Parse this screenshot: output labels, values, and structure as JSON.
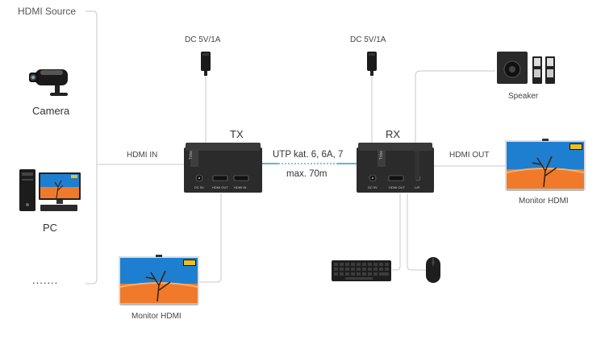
{
  "source_group": {
    "title": "HDMI Source",
    "items": [
      {
        "label": "Camera",
        "icon": "camera-icon"
      },
      {
        "label": "PC",
        "icon": "pc-icon"
      },
      {
        "label": ".......",
        "icon": ""
      }
    ]
  },
  "tx": {
    "label": "TX",
    "power": "DC 5V/1A",
    "input_label": "HDMI IN",
    "ports": [
      "DC 5V",
      "HDMI OUT",
      "HDMI IN"
    ],
    "side_text": "Tribe",
    "local_monitor": "Monitor HDMI"
  },
  "link": {
    "cable": "UTP kat. 6, 6A, 7",
    "distance": "max. 70m"
  },
  "rx": {
    "label": "RX",
    "power": "DC 5V/1A",
    "output_label": "HDMI OUT",
    "ports": [
      "DC 5V",
      "HDMI OUT",
      "L/R"
    ],
    "side_text": "Tribe",
    "speaker": "Speaker",
    "monitor": "Monitor HDMI"
  },
  "colors": {
    "wire": "#c8c8c8",
    "utp": "#2aa6c9",
    "device": "#2b2b2b",
    "sky": "#1e7fd0",
    "sunset": "#f07a2a"
  }
}
